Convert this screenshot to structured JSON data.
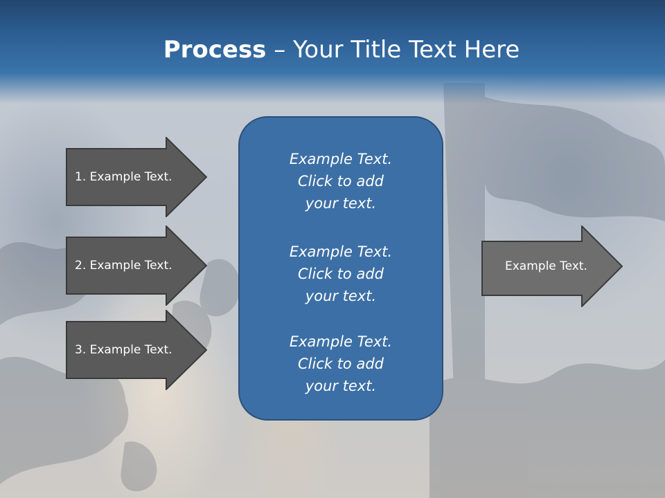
{
  "slide": {
    "title_strong": "Process",
    "title_rest": " – Your Title Text Here"
  },
  "left_arrows": [
    {
      "label": "1. Example Text."
    },
    {
      "label": "2. Example Text."
    },
    {
      "label": "3. Example Text."
    }
  ],
  "center_box": {
    "blocks": [
      {
        "line1": "Example Text.",
        "line2": "Click  to add",
        "line3": "your text."
      },
      {
        "line1": "Example Text.",
        "line2": "Click  to add",
        "line3": "your text."
      },
      {
        "line1": "Example Text.",
        "line2": "Click  to add",
        "line3": "your text."
      }
    ]
  },
  "right_arrow": {
    "label": "Example Text."
  },
  "colors": {
    "title_bar": "#2d5f94",
    "arrow_fill": "#5a5a5a",
    "right_arrow_fill": "#6e6e6e",
    "center_box_fill": "#3c6fa5"
  }
}
